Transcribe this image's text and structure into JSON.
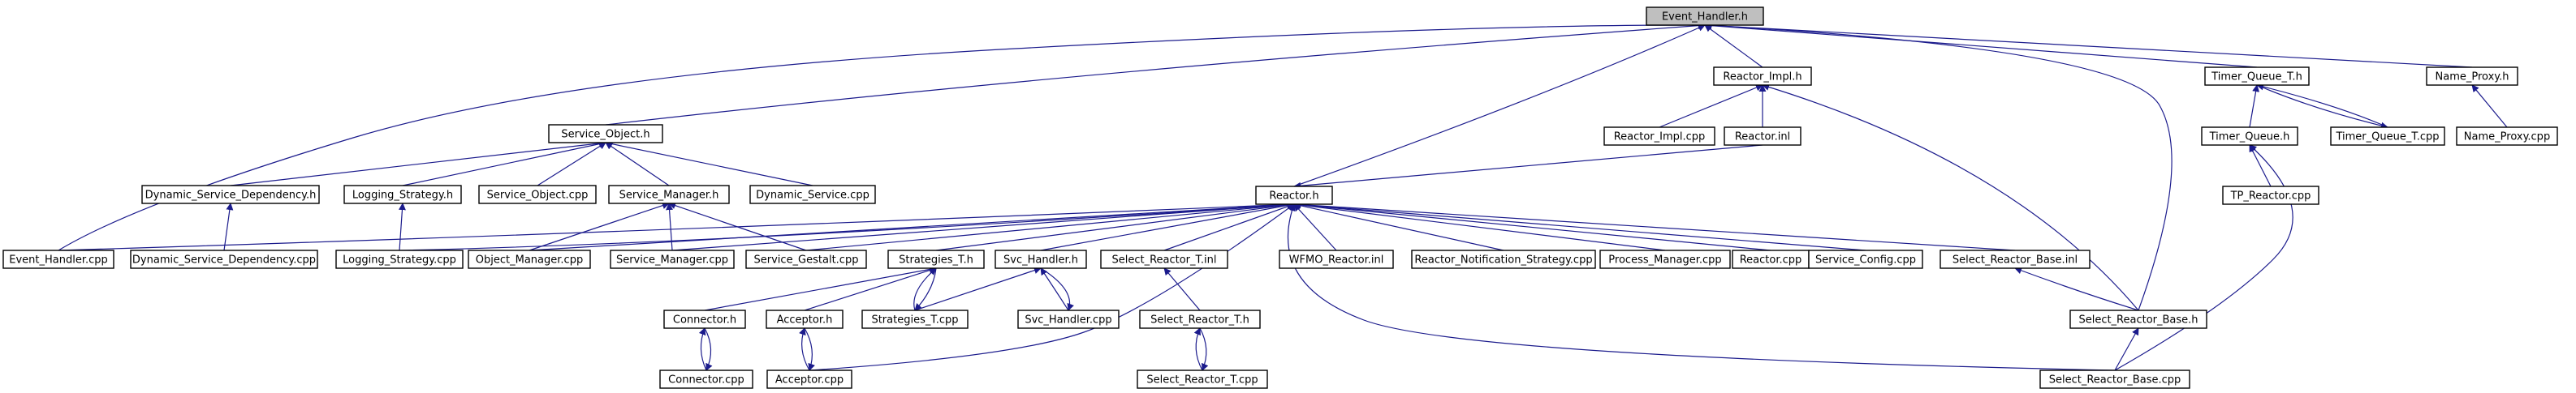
{
  "graph": {
    "root": "n_event_handler_h",
    "nodes": [
      {
        "id": "n_event_handler_h",
        "label": "Event_Handler.h",
        "root": true
      },
      {
        "id": "n_reactor_impl_h",
        "label": "Reactor_Impl.h"
      },
      {
        "id": "n_timer_queue_t_h",
        "label": "Timer_Queue_T.h"
      },
      {
        "id": "n_name_proxy_h",
        "label": "Name_Proxy.h"
      },
      {
        "id": "n_service_object_h",
        "label": "Service_Object.h"
      },
      {
        "id": "n_reactor_impl_cpp",
        "label": "Reactor_Impl.cpp"
      },
      {
        "id": "n_reactor_inl",
        "label": "Reactor.inl"
      },
      {
        "id": "n_timer_queue_h",
        "label": "Timer_Queue.h"
      },
      {
        "id": "n_timer_queue_t_cpp",
        "label": "Timer_Queue_T.cpp"
      },
      {
        "id": "n_name_proxy_cpp",
        "label": "Name_Proxy.cpp"
      },
      {
        "id": "n_dynamic_service_dependency_h",
        "label": "Dynamic_Service_Dependency.h"
      },
      {
        "id": "n_logging_strategy_h",
        "label": "Logging_Strategy.h"
      },
      {
        "id": "n_service_object_cpp",
        "label": "Service_Object.cpp"
      },
      {
        "id": "n_service_manager_h",
        "label": "Service_Manager.h"
      },
      {
        "id": "n_dynamic_service_cpp",
        "label": "Dynamic_Service.cpp"
      },
      {
        "id": "n_reactor_h",
        "label": "Reactor.h"
      },
      {
        "id": "n_tp_reactor_cpp",
        "label": "TP_Reactor.cpp"
      },
      {
        "id": "n_event_handler_cpp",
        "label": "Event_Handler.cpp"
      },
      {
        "id": "n_dynamic_service_dependency_cpp",
        "label": "Dynamic_Service_Dependency.cpp"
      },
      {
        "id": "n_logging_strategy_cpp",
        "label": "Logging_Strategy.cpp"
      },
      {
        "id": "n_object_manager_cpp",
        "label": "Object_Manager.cpp"
      },
      {
        "id": "n_service_manager_cpp",
        "label": "Service_Manager.cpp"
      },
      {
        "id": "n_service_gestalt_cpp",
        "label": "Service_Gestalt.cpp"
      },
      {
        "id": "n_strategies_t_h",
        "label": "Strategies_T.h"
      },
      {
        "id": "n_svc_handler_h",
        "label": "Svc_Handler.h"
      },
      {
        "id": "n_select_reactor_t_inl",
        "label": "Select_Reactor_T.inl"
      },
      {
        "id": "n_wfmo_reactor_inl",
        "label": "WFMO_Reactor.inl"
      },
      {
        "id": "n_reactor_notification_strategy_cpp",
        "label": "Reactor_Notification_Strategy.cpp"
      },
      {
        "id": "n_process_manager_cpp",
        "label": "Process_Manager.cpp"
      },
      {
        "id": "n_reactor_cpp",
        "label": "Reactor.cpp"
      },
      {
        "id": "n_service_config_cpp",
        "label": "Service_Config.cpp"
      },
      {
        "id": "n_select_reactor_base_inl",
        "label": "Select_Reactor_Base.inl"
      },
      {
        "id": "n_connector_h",
        "label": "Connector.h"
      },
      {
        "id": "n_acceptor_h",
        "label": "Acceptor.h"
      },
      {
        "id": "n_strategies_t_cpp",
        "label": "Strategies_T.cpp"
      },
      {
        "id": "n_svc_handler_cpp",
        "label": "Svc_Handler.cpp"
      },
      {
        "id": "n_select_reactor_t_h",
        "label": "Select_Reactor_T.h"
      },
      {
        "id": "n_select_reactor_base_h",
        "label": "Select_Reactor_Base.h"
      },
      {
        "id": "n_connector_cpp",
        "label": "Connector.cpp"
      },
      {
        "id": "n_acceptor_cpp",
        "label": "Acceptor.cpp"
      },
      {
        "id": "n_select_reactor_t_cpp",
        "label": "Select_Reactor_T.cpp"
      },
      {
        "id": "n_select_reactor_base_cpp",
        "label": "Select_Reactor_Base.cpp"
      }
    ],
    "edges": [
      {
        "from": "n_reactor_impl_h",
        "to": "n_event_handler_h"
      },
      {
        "from": "n_timer_queue_t_h",
        "to": "n_event_handler_h"
      },
      {
        "from": "n_name_proxy_h",
        "to": "n_event_handler_h"
      },
      {
        "from": "n_service_object_h",
        "to": "n_event_handler_h"
      },
      {
        "from": "n_event_handler_cpp",
        "to": "n_event_handler_h"
      },
      {
        "from": "n_reactor_h",
        "to": "n_event_handler_h"
      },
      {
        "from": "n_select_reactor_base_h",
        "to": "n_event_handler_h"
      },
      {
        "from": "n_reactor_impl_cpp",
        "to": "n_reactor_impl_h"
      },
      {
        "from": "n_reactor_inl",
        "to": "n_reactor_impl_h"
      },
      {
        "from": "n_select_reactor_base_h",
        "to": "n_reactor_impl_h"
      },
      {
        "from": "n_timer_queue_h",
        "to": "n_timer_queue_t_h"
      },
      {
        "from": "n_timer_queue_t_cpp",
        "to": "n_timer_queue_t_h"
      },
      {
        "from": "n_timer_queue_t_h",
        "to": "n_timer_queue_t_cpp"
      },
      {
        "from": "n_name_proxy_cpp",
        "to": "n_name_proxy_h"
      },
      {
        "from": "n_dynamic_service_dependency_h",
        "to": "n_service_object_h"
      },
      {
        "from": "n_logging_strategy_h",
        "to": "n_service_object_h"
      },
      {
        "from": "n_service_object_cpp",
        "to": "n_service_object_h"
      },
      {
        "from": "n_service_manager_h",
        "to": "n_service_object_h"
      },
      {
        "from": "n_dynamic_service_cpp",
        "to": "n_service_object_h"
      },
      {
        "from": "n_reactor_inl",
        "to": "n_reactor_h"
      },
      {
        "from": "n_tp_reactor_cpp",
        "to": "n_timer_queue_h"
      },
      {
        "from": "n_select_reactor_base_cpp",
        "to": "n_timer_queue_h"
      },
      {
        "from": "n_dynamic_service_dependency_cpp",
        "to": "n_dynamic_service_dependency_h"
      },
      {
        "from": "n_logging_strategy_cpp",
        "to": "n_logging_strategy_h"
      },
      {
        "from": "n_object_manager_cpp",
        "to": "n_service_manager_h"
      },
      {
        "from": "n_service_manager_cpp",
        "to": "n_service_manager_h"
      },
      {
        "from": "n_service_gestalt_cpp",
        "to": "n_service_manager_h"
      },
      {
        "from": "n_event_handler_cpp",
        "to": "n_reactor_h"
      },
      {
        "from": "n_logging_strategy_cpp",
        "to": "n_reactor_h"
      },
      {
        "from": "n_object_manager_cpp",
        "to": "n_reactor_h"
      },
      {
        "from": "n_service_manager_cpp",
        "to": "n_reactor_h"
      },
      {
        "from": "n_service_gestalt_cpp",
        "to": "n_reactor_h"
      },
      {
        "from": "n_strategies_t_h",
        "to": "n_reactor_h"
      },
      {
        "from": "n_svc_handler_h",
        "to": "n_reactor_h"
      },
      {
        "from": "n_select_reactor_t_inl",
        "to": "n_reactor_h"
      },
      {
        "from": "n_wfmo_reactor_inl",
        "to": "n_reactor_h"
      },
      {
        "from": "n_reactor_notification_strategy_cpp",
        "to": "n_reactor_h"
      },
      {
        "from": "n_process_manager_cpp",
        "to": "n_reactor_h"
      },
      {
        "from": "n_reactor_cpp",
        "to": "n_reactor_h"
      },
      {
        "from": "n_service_config_cpp",
        "to": "n_reactor_h"
      },
      {
        "from": "n_select_reactor_base_inl",
        "to": "n_reactor_h"
      },
      {
        "from": "n_select_reactor_base_cpp",
        "to": "n_reactor_h"
      },
      {
        "from": "n_acceptor_cpp",
        "to": "n_reactor_h"
      },
      {
        "from": "n_connector_h",
        "to": "n_strategies_t_h"
      },
      {
        "from": "n_acceptor_h",
        "to": "n_strategies_t_h"
      },
      {
        "from": "n_strategies_t_cpp",
        "to": "n_strategies_t_h"
      },
      {
        "from": "n_strategies_t_h",
        "to": "n_strategies_t_cpp"
      },
      {
        "from": "n_strategies_t_cpp",
        "to": "n_svc_handler_h"
      },
      {
        "from": "n_svc_handler_cpp",
        "to": "n_svc_handler_h"
      },
      {
        "from": "n_svc_handler_h",
        "to": "n_svc_handler_cpp"
      },
      {
        "from": "n_select_reactor_t_h",
        "to": "n_select_reactor_t_inl"
      },
      {
        "from": "n_select_reactor_base_h",
        "to": "n_select_reactor_base_inl"
      },
      {
        "from": "n_connector_cpp",
        "to": "n_connector_h"
      },
      {
        "from": "n_connector_h",
        "to": "n_connector_cpp"
      },
      {
        "from": "n_acceptor_cpp",
        "to": "n_acceptor_h"
      },
      {
        "from": "n_acceptor_h",
        "to": "n_acceptor_cpp"
      },
      {
        "from": "n_select_reactor_t_cpp",
        "to": "n_select_reactor_t_h"
      },
      {
        "from": "n_select_reactor_t_h",
        "to": "n_select_reactor_t_cpp"
      },
      {
        "from": "n_select_reactor_base_cpp",
        "to": "n_select_reactor_base_h"
      }
    ]
  }
}
